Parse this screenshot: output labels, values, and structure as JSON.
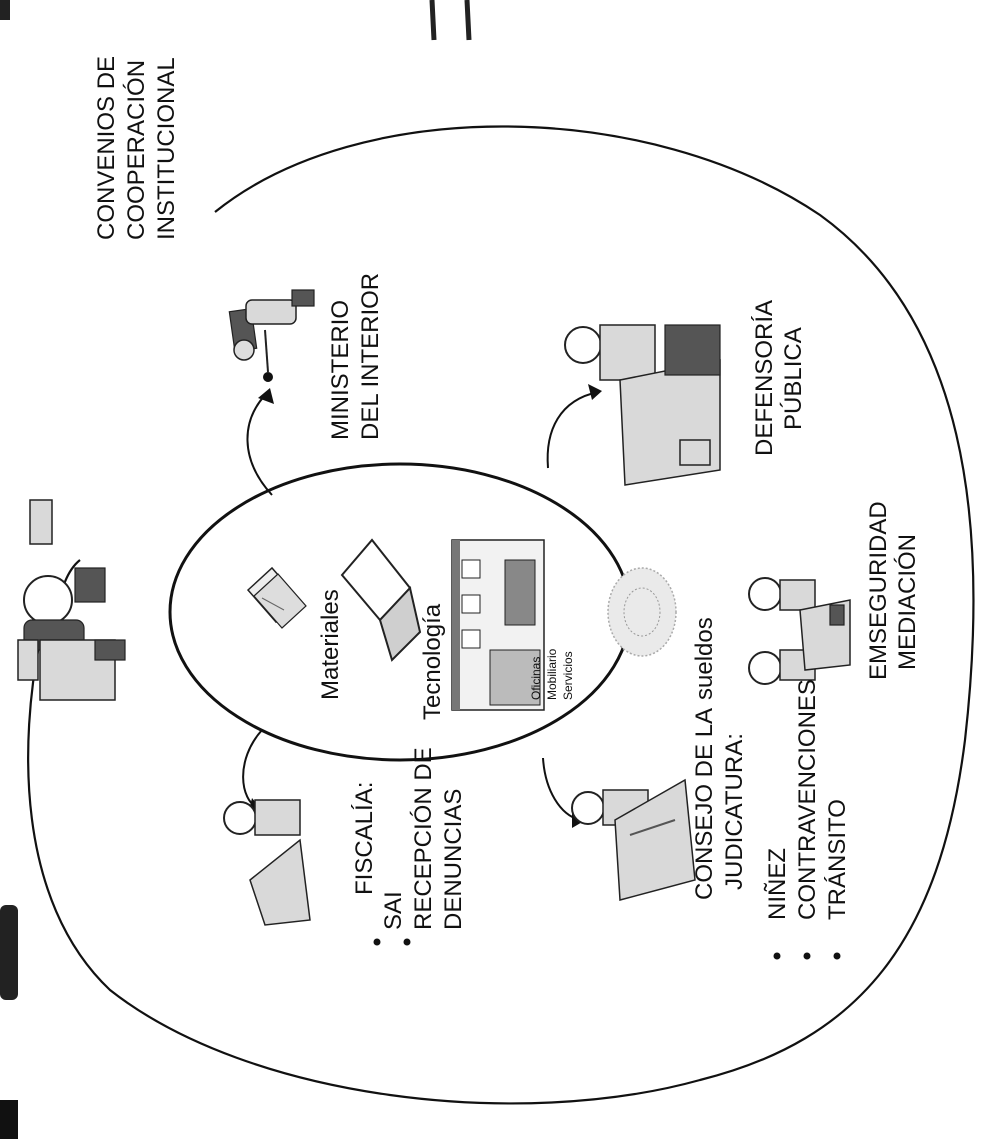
{
  "colors": {
    "ink": "#111111",
    "figure_fill": "#d9d9d9",
    "figure_dark": "#555555",
    "background": "#ffffff"
  },
  "header": {
    "title_lines": [
      "CONVENIOS DE",
      "COOPERACIÓN",
      "INSTITUCIONAL"
    ]
  },
  "center": {
    "items": [
      "Materiales",
      "Tecnología",
      "sueldos"
    ],
    "building_lines": [
      "Oficinas",
      "Mobiliario",
      "Servicios"
    ]
  },
  "institutions": {
    "ministerio": [
      "MINISTERIO",
      "DEL INTERIOR"
    ],
    "defensoria": [
      "DEFENSORÍA",
      "PÚBLICA"
    ],
    "emseguridad": [
      "EMSEGURIDAD",
      "MEDIACIÓN"
    ],
    "consejo": {
      "heading": [
        "CONSEJO DE LA",
        "JUDICATURA:"
      ],
      "bullets": [
        "NIÑEZ",
        "CONTRAVENCIONES",
        "TRÁNSITO"
      ]
    },
    "fiscalia": {
      "heading": "FISCALÍA:",
      "bullets": [
        "SAI",
        "RECEPCIÓN DE",
        "DENUNCIAS"
      ]
    }
  },
  "icons": {
    "top_person": "person-at-computer-icon",
    "ministerio": "police-officer-icon",
    "defensoria": "person-at-desk-icon",
    "emseguridad": "two-people-meeting-icon",
    "consejo": "person-writing-icon",
    "fiscalia": "person-writing-icon",
    "materiales": "papers-stack-icon",
    "tecnologia": "laptop-icon",
    "building": "office-building-icon",
    "sueldos": "money-coin-icon"
  }
}
